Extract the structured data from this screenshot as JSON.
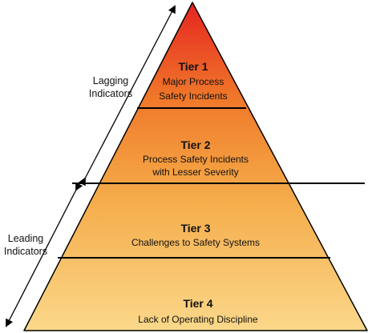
{
  "tiers": [
    {
      "title": "Tier 1",
      "desc_line1": "Major Process",
      "desc_line2": "Safety Incidents"
    },
    {
      "title": "Tier 2",
      "desc_line1": "Process Safety Incidents",
      "desc_line2": "with Lesser Severity"
    },
    {
      "title": "Tier 3",
      "desc_line1": "Challenges to Safety Systems"
    },
    {
      "title": "Tier 4",
      "desc_line1": "Lack of Operating Discipline"
    }
  ],
  "indicators": {
    "lagging_line1": "Lagging",
    "lagging_line2": "Indicators",
    "leading_line1": "Leading",
    "leading_line2": "Indicators"
  },
  "colors": {
    "apex": "#e52420",
    "upper": "#f07a2a",
    "middle": "#f5ac4a",
    "base": "#fbd88a",
    "outline": "#000000"
  }
}
